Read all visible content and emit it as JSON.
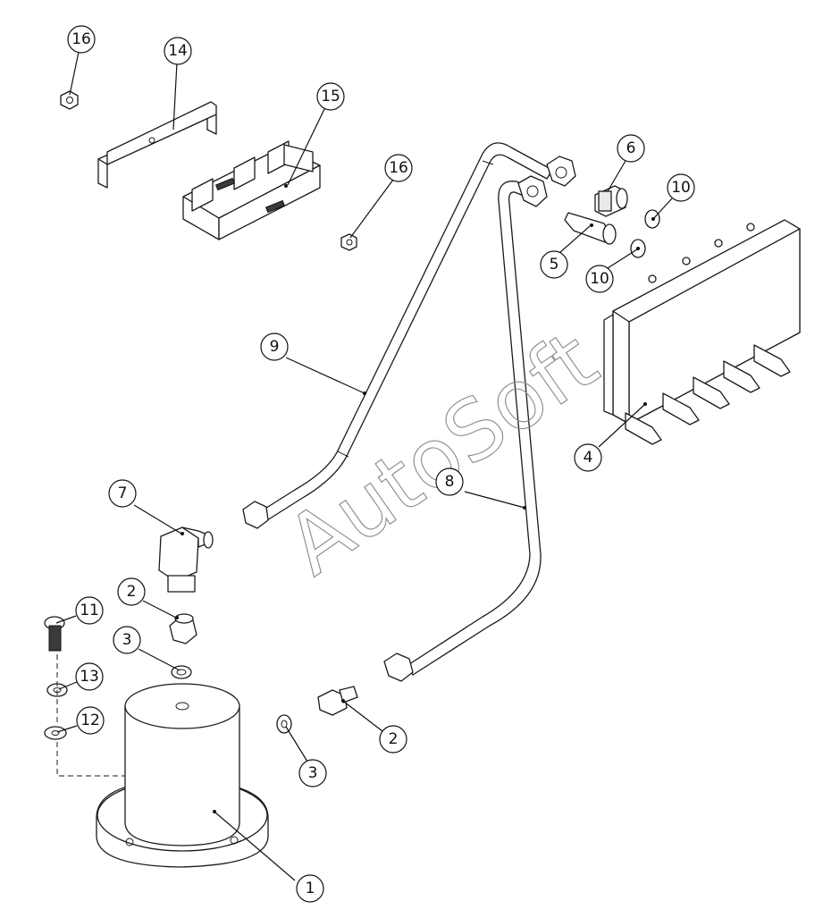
{
  "watermark": "AutoSoft",
  "callouts": [
    {
      "id": "c16a",
      "label": "16"
    },
    {
      "id": "c14",
      "label": "14"
    },
    {
      "id": "c15",
      "label": "15"
    },
    {
      "id": "c16b",
      "label": "16"
    },
    {
      "id": "c6",
      "label": "6"
    },
    {
      "id": "c10a",
      "label": "10"
    },
    {
      "id": "c5",
      "label": "5"
    },
    {
      "id": "c10b",
      "label": "10"
    },
    {
      "id": "c9",
      "label": "9"
    },
    {
      "id": "c4",
      "label": "4"
    },
    {
      "id": "c8",
      "label": "8"
    },
    {
      "id": "c7",
      "label": "7"
    },
    {
      "id": "c2a",
      "label": "2"
    },
    {
      "id": "c11",
      "label": "11"
    },
    {
      "id": "c3a",
      "label": "3"
    },
    {
      "id": "c13",
      "label": "13"
    },
    {
      "id": "c12",
      "label": "12"
    },
    {
      "id": "c2b",
      "label": "2"
    },
    {
      "id": "c3b",
      "label": "3"
    },
    {
      "id": "c1",
      "label": "1"
    }
  ]
}
